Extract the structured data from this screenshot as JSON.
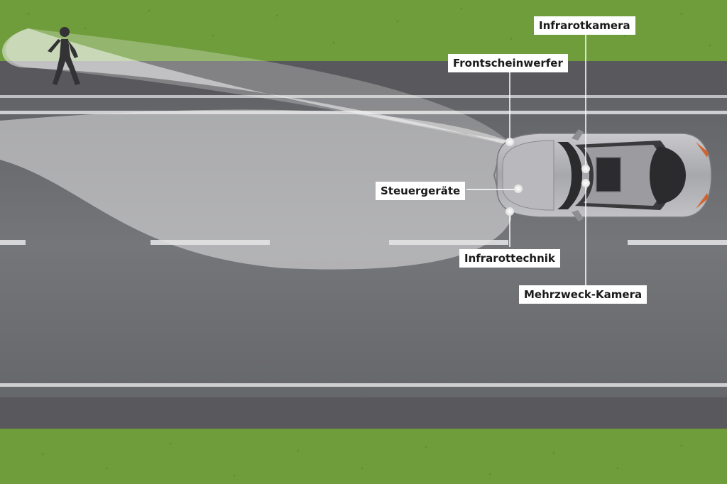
{
  "labels": {
    "infrared_camera": "Infrarotkamera",
    "headlight": "Frontscheinwerfer",
    "control_units": "Steuergeräte",
    "infrared_tech": "Infrarottechnik",
    "multi_camera": "Mehrzweck-Kamera"
  },
  "icons": {
    "pedestrian": "pedestrian-icon",
    "car": "car-icon"
  },
  "colors": {
    "grass": "#6a9a3a",
    "road": "#6e6f73",
    "light_beam": "#e6e6e6",
    "label_bg": "#ffffff"
  }
}
